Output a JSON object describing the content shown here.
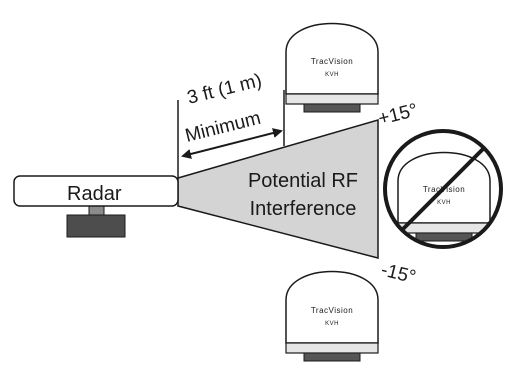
{
  "labels": {
    "distance": "3 ft (1 m)",
    "minimum": "Minimum",
    "radar": "Radar",
    "interference_line1": "Potential RF",
    "interference_line2": "Interference",
    "angle_upper": "+15°",
    "angle_lower": "-15°"
  },
  "antennas": [
    {
      "brand": "TracVision",
      "maker": "KVH",
      "status": "ok"
    },
    {
      "brand": "TracVision",
      "maker": "KVH",
      "status": "prohibited"
    },
    {
      "brand": "TracVision",
      "maker": "KVH",
      "status": "ok"
    }
  ],
  "colors": {
    "beam_fill": "#d4d4d4",
    "radar_base": "#4d4d4d",
    "antenna_base": "#555555",
    "outline": "#1a1a1a"
  }
}
